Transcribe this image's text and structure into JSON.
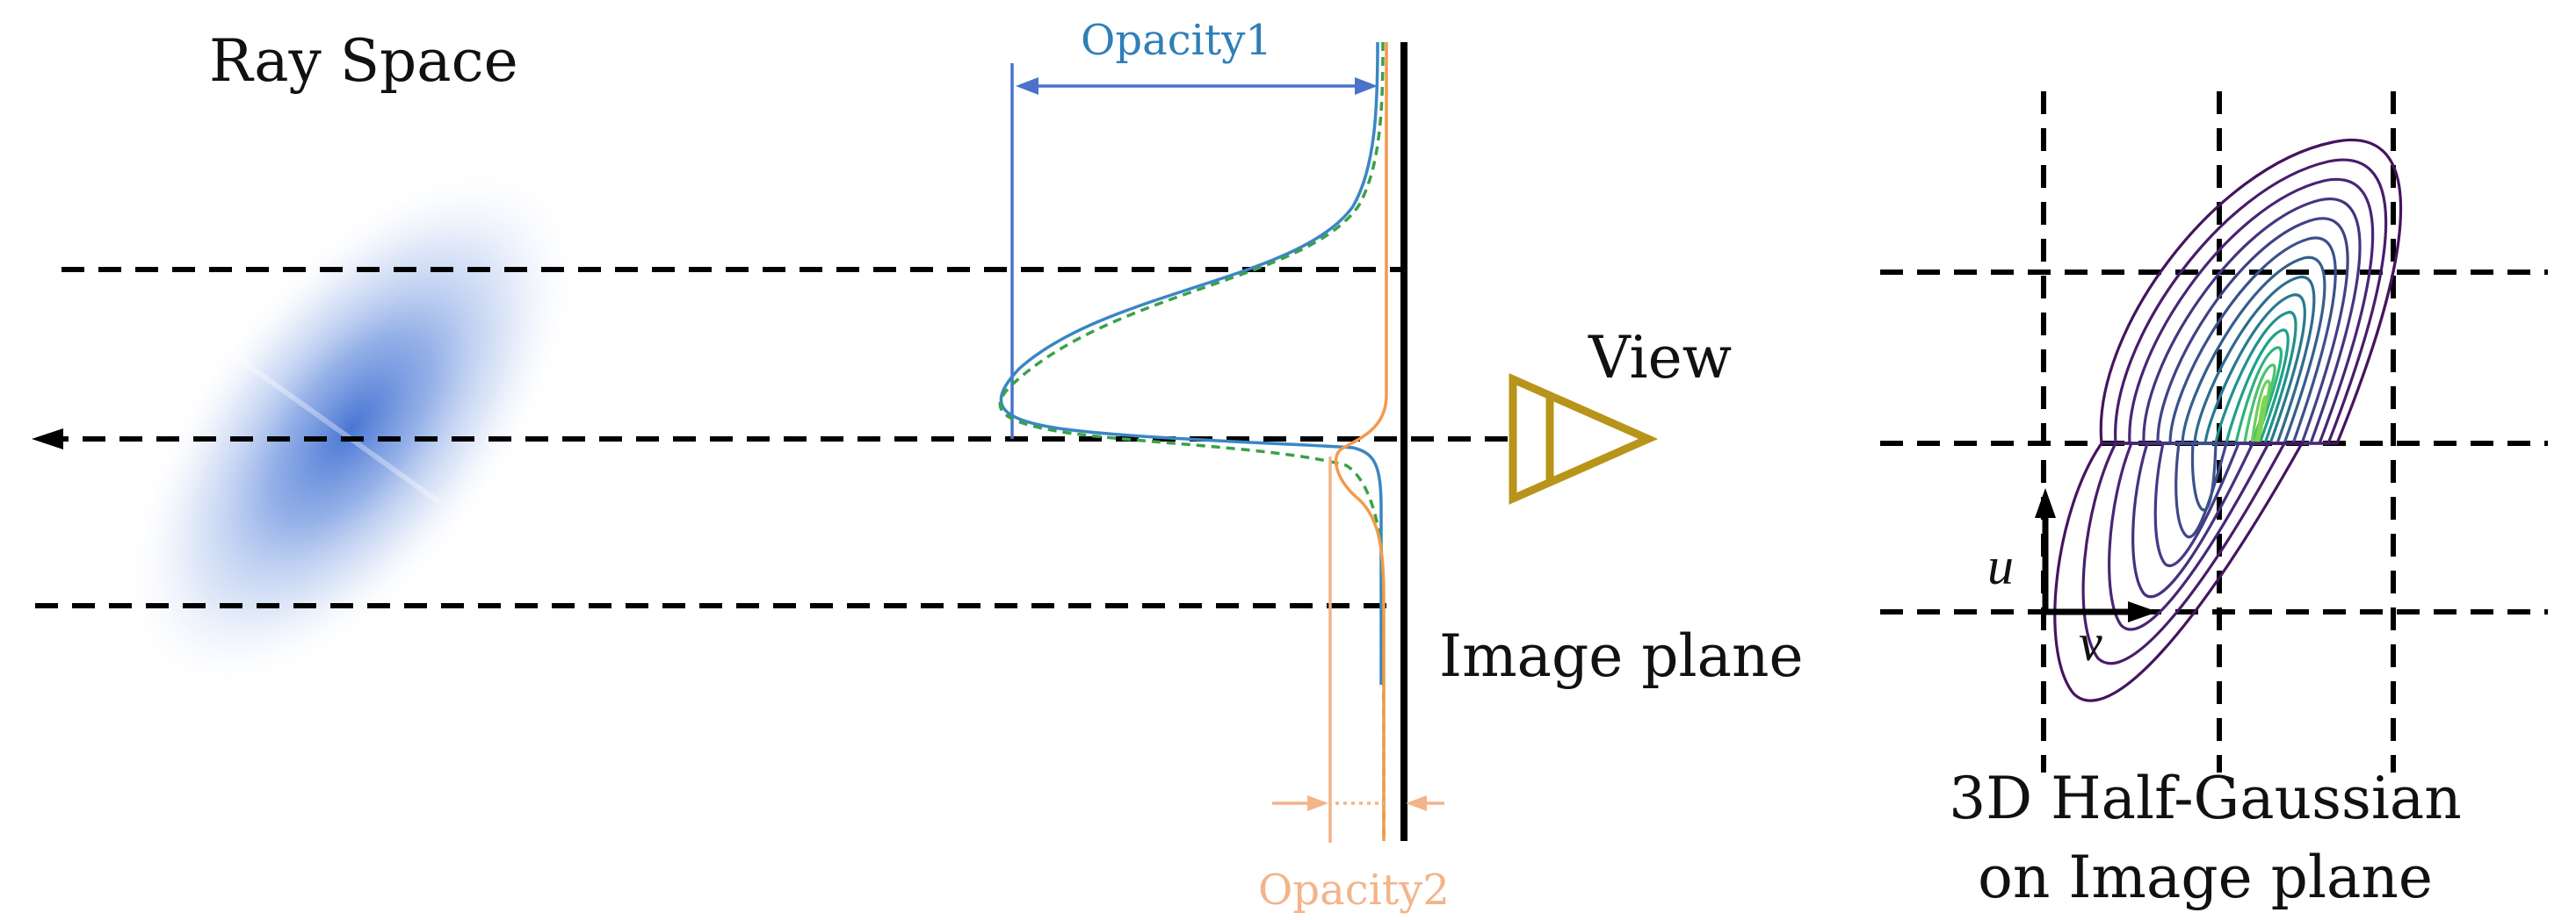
{
  "labels": {
    "ray_space": "Ray Space",
    "opacity1": "Opacity1",
    "opacity2": "Opacity2",
    "view": "View",
    "image_plane": "Image plane",
    "half_gaussian_line1": "3D Half-Gaussian",
    "half_gaussian_line2": "on Image plane",
    "axis_u": "u",
    "axis_v": "v"
  },
  "colors": {
    "blob": "#3f6fd1",
    "opacity1": "#4a73c9",
    "opacity1_text": "#2f7fb8",
    "curve_blue": "#3a86c4",
    "curve_orange": "#f29a4a",
    "curve_green": "#3aa14a",
    "opacity2": "#f3b48a",
    "eye": "#b8941a",
    "contour_low": "#45145f",
    "contour_high": "#7fd34e"
  },
  "icons": {
    "eye": "viewer-eye-triangle-icon"
  }
}
